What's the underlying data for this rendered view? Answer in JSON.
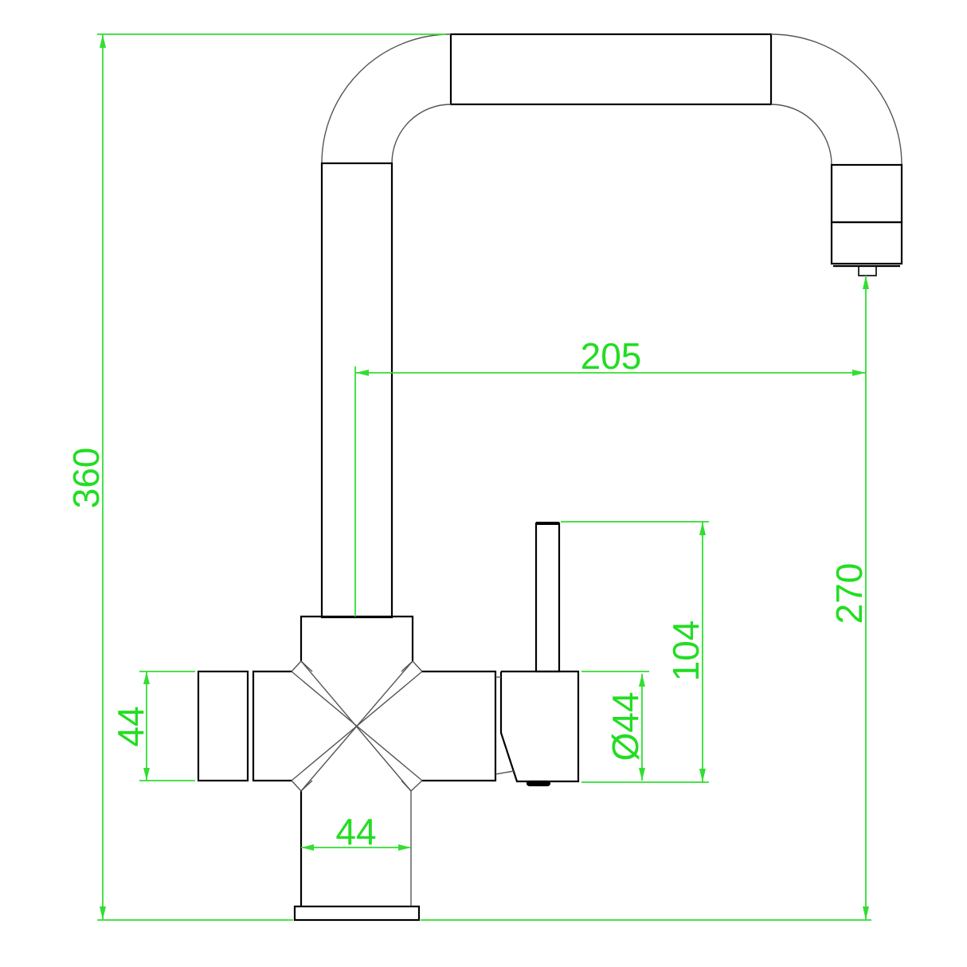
{
  "drawing": {
    "subject": "kitchen mixer tap side elevation",
    "colors": {
      "outline": "#000000",
      "dimension": "#33dd33"
    },
    "dimensions": {
      "overall_height": "360",
      "spout_reach": "205",
      "spout_height": "270",
      "handle_height": "104",
      "body_diameter": "Ø44",
      "left_body_height": "44",
      "base_width": "44"
    }
  }
}
